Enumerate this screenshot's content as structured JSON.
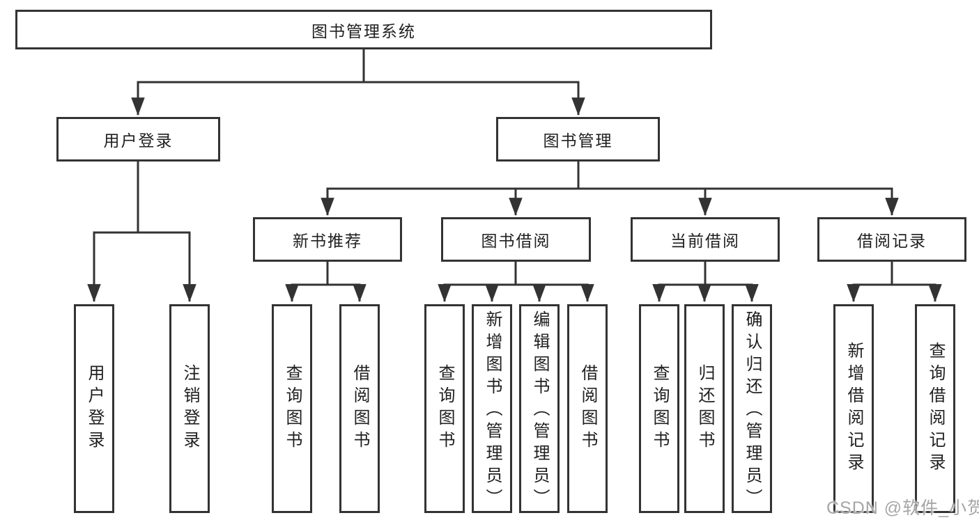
{
  "diagram": {
    "root": {
      "label": "图书管理系统"
    },
    "level2": [
      {
        "label": "用户登录"
      },
      {
        "label": "图书管理"
      }
    ],
    "level3": [
      {
        "label": "新书推荐"
      },
      {
        "label": "图书借阅"
      },
      {
        "label": "当前借阅"
      },
      {
        "label": "借阅记录"
      }
    ],
    "leaves": {
      "user_login": [
        "用户登录",
        "注销登录"
      ],
      "new_book": [
        "查询图书",
        "借阅图书"
      ],
      "book_borrow": [
        "查询图书",
        "新增图书（管理员）",
        "编辑图书（管理员）",
        "借阅图书"
      ],
      "current_borrow": [
        "查询图书",
        "归还图书",
        "确认归还（管理员）"
      ],
      "borrow_record": [
        "新增借阅记录",
        "查询借阅记录"
      ]
    }
  },
  "watermark": {
    "text": "CSDN @软件_小贺同学"
  },
  "colors": {
    "line": "#333333",
    "text": "#1f1f1f",
    "background": "#ffffff",
    "watermark": "#a6a6a6"
  }
}
